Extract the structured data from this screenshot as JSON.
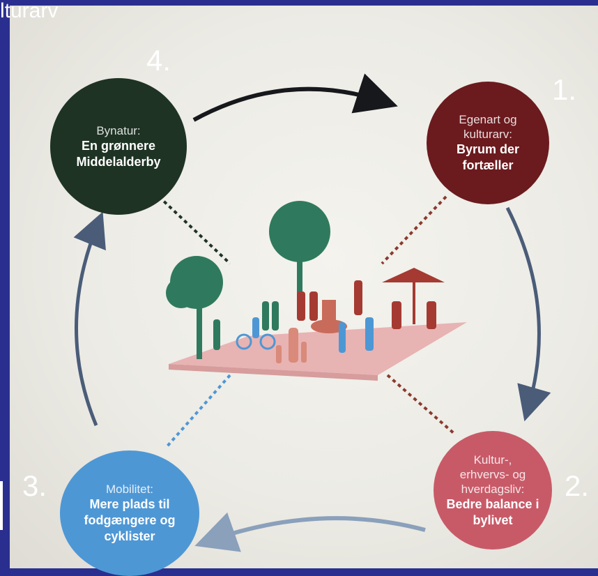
{
  "header": {
    "title_fragment": "lturarv"
  },
  "steps": [
    {
      "number": "1.",
      "sub": "Egenart og kulturarv:",
      "main": "Byrum der fortæller",
      "color": "#6b1a1e"
    },
    {
      "number": "2.",
      "sub": "Kultur-, erhvervs- og hverdagsliv:",
      "main": "Bedre balance i bylivet",
      "color": "#c85a68"
    },
    {
      "number": "3.",
      "sub": "Mobilitet:",
      "main": "Mere plads til fodgængere og cyklister",
      "color": "#4e97d5"
    },
    {
      "number": "4.",
      "sub": "Bynatur:",
      "main": "En grønnere Middelalderby",
      "color": "#1e3324"
    }
  ],
  "colors": {
    "frame": "#2a2f8f",
    "background": "#ecebe5",
    "arrow_dark": "#16181c",
    "arrow_slate": "#4a5c78",
    "arrow_light": "#8aa0bb",
    "plaza": "#e8b3b3"
  },
  "illustration": {
    "icon": "city-square-illustration"
  }
}
